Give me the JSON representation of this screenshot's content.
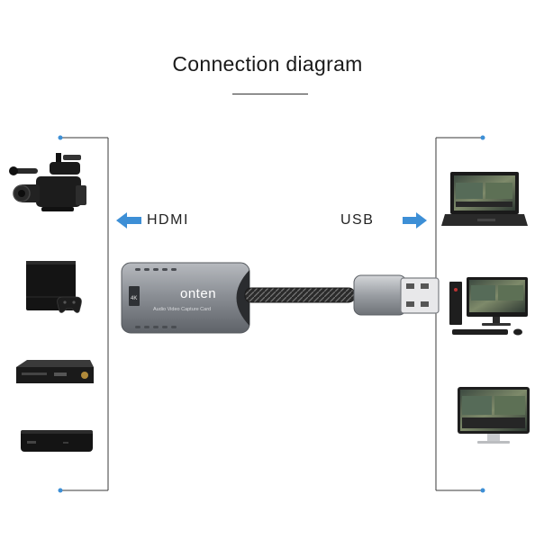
{
  "title": "Connection diagram",
  "labels": {
    "left_port": "HDMI",
    "right_port": "USB"
  },
  "device": {
    "brand": "onten",
    "subtitle": "Audio Video Capture Card",
    "badge": "4K"
  },
  "colors": {
    "accent_arrow": "#3d8fd6",
    "bracket_line": "#3a3a3a",
    "device_body": "#8a8d92"
  },
  "sources": [
    {
      "icon": "camcorder-icon"
    },
    {
      "icon": "game-console-icon"
    },
    {
      "icon": "dvd-player-icon"
    },
    {
      "icon": "set-top-box-icon"
    }
  ],
  "targets": [
    {
      "icon": "laptop-icon"
    },
    {
      "icon": "desktop-pc-icon"
    },
    {
      "icon": "monitor-icon"
    }
  ]
}
